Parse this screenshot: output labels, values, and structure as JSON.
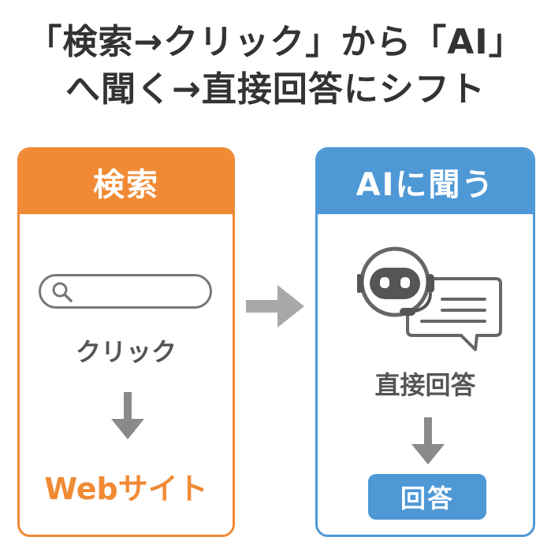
{
  "title": {
    "line1": "「検索→クリック」から「AI」",
    "line2": "へ聞く→直接回答にシフト"
  },
  "search_card": {
    "header": "検索",
    "click_label": "クリック",
    "result_label": "Webサイト"
  },
  "ai_card": {
    "header": "AIに聞う",
    "answer_label": "直接回答",
    "answer_button": "回答"
  },
  "colors": {
    "orange": "#f08a35",
    "blue": "#4e98d6",
    "gray": "#8a8a8a",
    "text": "#333333"
  },
  "icons": [
    "search-icon",
    "robot-icon",
    "chat-bubble-icon",
    "arrow-down-icon",
    "arrow-right-icon"
  ]
}
